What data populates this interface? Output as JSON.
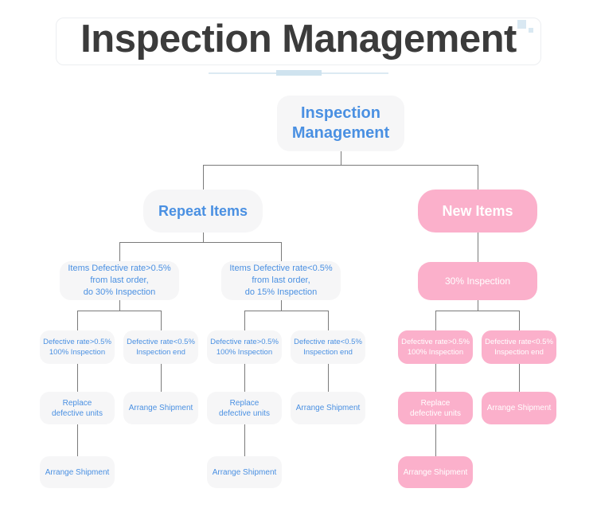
{
  "header": {
    "title": "Inspection Management",
    "deco_square_color": "#d9e8f2",
    "divider_color": "#dceaf3"
  },
  "theme": {
    "blue_node_bg": "#f6f6f7",
    "blue_node_text": "#4a90e2",
    "pink_node_bg": "#fbb0cb",
    "pink_node_text": "#ffffff",
    "connector_color": "#7a7a7a",
    "page_bg": "#ffffff"
  },
  "chart_data": {
    "type": "diagram",
    "title": "Inspection Management",
    "root": {
      "id": "root",
      "label": "Inspection\nManagement",
      "style": "blue"
    },
    "nodes": [
      {
        "id": "root",
        "label_line1": "Inspection",
        "label_line2": "Management",
        "style": "blue",
        "level": 1
      },
      {
        "id": "repeat",
        "label": "Repeat Items",
        "style": "blue",
        "level": 2
      },
      {
        "id": "new",
        "label": "New Items",
        "style": "pink",
        "level": 2
      },
      {
        "id": "r-gt",
        "label_line1": "Items Defective rate>0.5%",
        "label_line2": "from last order,",
        "label_line3": "do 30% Inspection",
        "style": "blue",
        "level": 3
      },
      {
        "id": "r-lt",
        "label_line1": "Items Defective rate<0.5%",
        "label_line2": "from last order,",
        "label_line3": "do 15% Inspection",
        "style": "blue",
        "level": 3
      },
      {
        "id": "n-30",
        "label": "30% Inspection",
        "style": "pink",
        "level": 3
      },
      {
        "id": "a1",
        "label_line1": "Defective rate>0.5%",
        "label_line2": "100% Inspection",
        "style": "blue",
        "level": 4
      },
      {
        "id": "a2",
        "label_line1": "Defective rate<0.5%",
        "label_line2": "Inspection end",
        "style": "blue",
        "level": 4
      },
      {
        "id": "b1",
        "label_line1": "Defective rate>0.5%",
        "label_line2": "100% Inspection",
        "style": "blue",
        "level": 4
      },
      {
        "id": "b2",
        "label_line1": "Defective rate<0.5%",
        "label_line2": "Inspection end",
        "style": "blue",
        "level": 4
      },
      {
        "id": "c1",
        "label_line1": "Defective rate>0.5%",
        "label_line2": "100% Inspection",
        "style": "pink",
        "level": 4
      },
      {
        "id": "c2",
        "label_line1": "Defective rate<0.5%",
        "label_line2": "Inspection end",
        "style": "pink",
        "level": 4
      },
      {
        "id": "a1r",
        "label_line1": "Replace",
        "label_line2": "defective units",
        "style": "blue",
        "level": 5
      },
      {
        "id": "a2s",
        "label": "Arrange Shipment",
        "style": "blue",
        "level": 5
      },
      {
        "id": "b1r",
        "label_line1": "Replace",
        "label_line2": "defective units",
        "style": "blue",
        "level": 5
      },
      {
        "id": "b2s",
        "label": "Arrange Shipment",
        "style": "blue",
        "level": 5
      },
      {
        "id": "c1r",
        "label_line1": "Replace",
        "label_line2": "defective units",
        "style": "pink",
        "level": 5
      },
      {
        "id": "c2s",
        "label": "Arrange Shipment",
        "style": "pink",
        "level": 5
      },
      {
        "id": "a1s",
        "label": "Arrange Shipment",
        "style": "blue",
        "level": 6
      },
      {
        "id": "b1s",
        "label": "Arrange Shipment",
        "style": "blue",
        "level": 6
      },
      {
        "id": "c1s",
        "label": "Arrange Shipment",
        "style": "pink",
        "level": 6
      }
    ],
    "edges": [
      [
        "root",
        "repeat"
      ],
      [
        "root",
        "new"
      ],
      [
        "repeat",
        "r-gt"
      ],
      [
        "repeat",
        "r-lt"
      ],
      [
        "new",
        "n-30"
      ],
      [
        "r-gt",
        "a1"
      ],
      [
        "r-gt",
        "a2"
      ],
      [
        "r-lt",
        "b1"
      ],
      [
        "r-lt",
        "b2"
      ],
      [
        "n-30",
        "c1"
      ],
      [
        "n-30",
        "c2"
      ],
      [
        "a1",
        "a1r"
      ],
      [
        "a2",
        "a2s"
      ],
      [
        "b1",
        "b1r"
      ],
      [
        "b2",
        "b2s"
      ],
      [
        "c1",
        "c1r"
      ],
      [
        "c2",
        "c2s"
      ],
      [
        "a1r",
        "a1s"
      ],
      [
        "b1r",
        "b1s"
      ],
      [
        "c1r",
        "c1s"
      ]
    ]
  }
}
